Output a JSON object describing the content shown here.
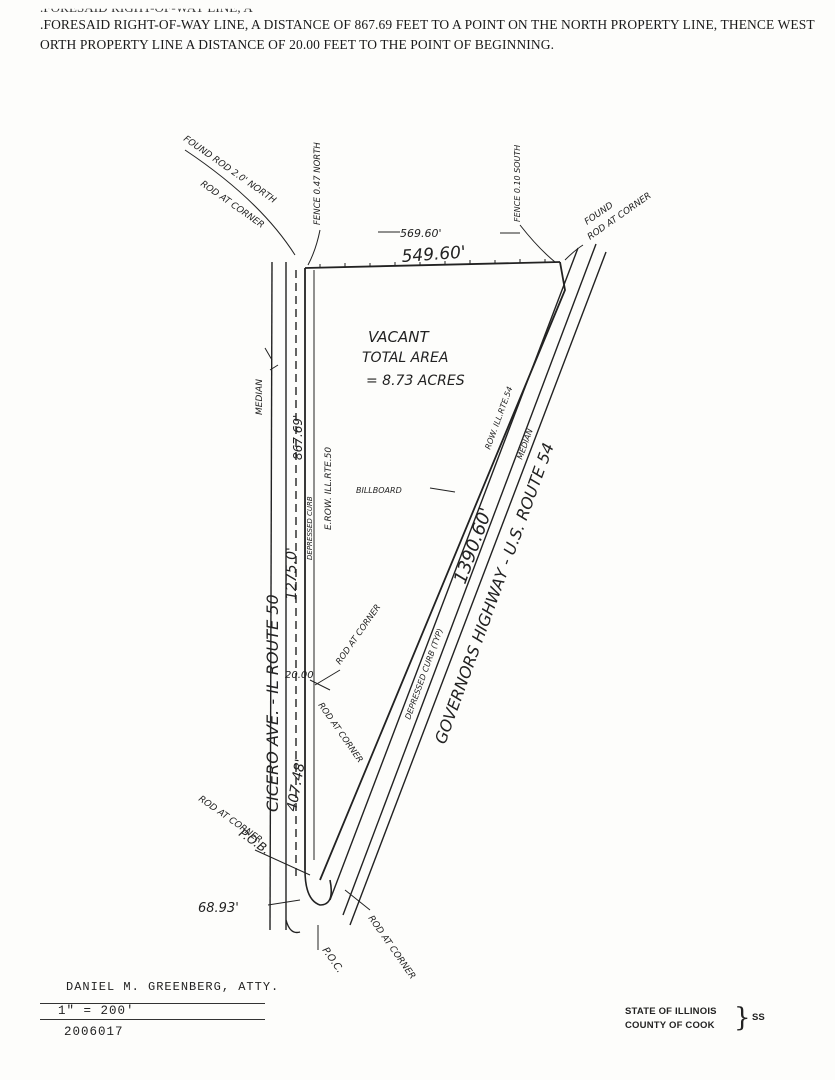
{
  "legal": {
    "line0": ".FORESAID RIGHT-OF-WAY LINE, A",
    "line1": ".FORESAID RIGHT-OF-WAY LINE, A DISTANCE OF 867.69 FEET TO A POINT ON THE NORTH PROPERTY LINE, THENCE WEST",
    "line2": "ORTH PROPERTY LINE A DISTANCE OF 20.00 FEET TO THE POINT OF BEGINNING."
  },
  "plat": {
    "found_rod_left": "FOUND ROD 2.0' NORTH",
    "rod_at_corner_left": "ROD AT CORNER",
    "fence_left": "FENCE 0.47 NORTH",
    "fence_right": "FENCE 0.10 SOUTH",
    "found_rod_right": "FOUND",
    "rod_at_corner_right": "ROD AT CORNER",
    "north_dim_record": "569.60'",
    "north_dim": "549.60'",
    "vacant": "VACANT",
    "total_area": "TOTAL AREA",
    "acres": "= 8.73 ACRES",
    "median_left": "MEDIAN",
    "west_row": "E.ROW. ILL.RTE.50",
    "west_dim_record": "867.69'",
    "west_dim": "1275.0'",
    "west_curb": "DEPRESSED CURB",
    "billboard": "BILLBOARD",
    "road_west": "CICERO AVE. - IL ROUTE 50",
    "dim_2000": "20.00",
    "rod_corner_mid": "ROD AT CORNER",
    "rod_corner_mid2": "ROD AT CORNER",
    "south_west_dim": "407.48'",
    "row_east": "ROW. ILL.RTE.54",
    "median_right": "MEDIAN",
    "hyp_dim": "1390.60'",
    "hyp_curb": "DEPRESSED CURB (TYP)",
    "road_east": "GOVERNORS HIGHWAY - U.S. ROUTE 54",
    "pob": "P.O.B.",
    "rod_at_corner_pob": "ROD AT CORNER",
    "tip_dim": "68.93'",
    "rod_at_corner_tip": "ROD AT CORNER",
    "poc": "P.O.C."
  },
  "footer": {
    "attorney": "DANIEL M. GREENBERG, ATTY.",
    "scale": "1\" = 200'",
    "doc_no": "2006017",
    "state": "STATE OF ILLINOIS",
    "county": "COUNTY OF COOK",
    "ss": "SS"
  }
}
